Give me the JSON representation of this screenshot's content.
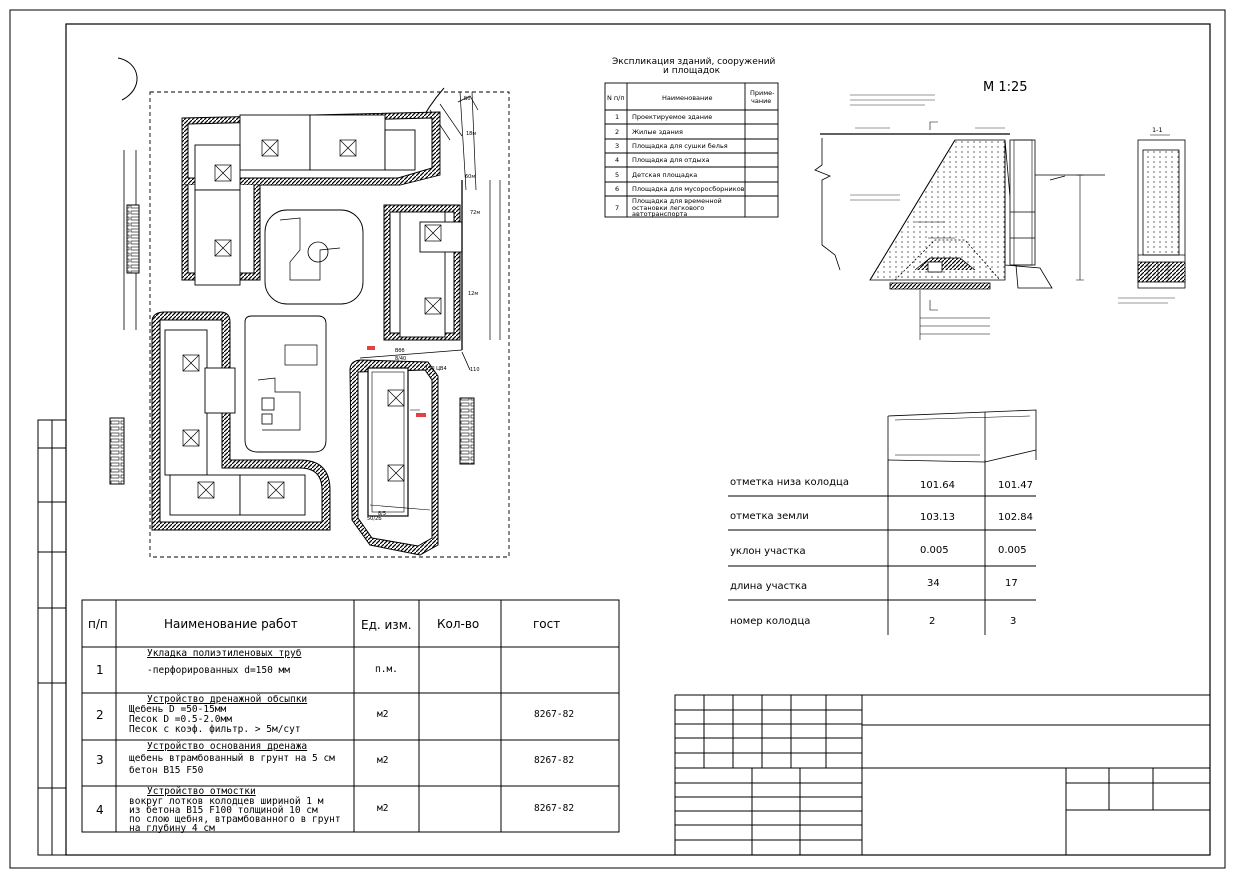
{
  "explication": {
    "title_line1": "Экспликация зданий, сооружений",
    "title_line2": "и площадок",
    "headers": [
      "N п/п",
      "Наименование",
      "Приме-",
      "чание"
    ],
    "rows": [
      {
        "num": "1",
        "name": "Проектируемое здание"
      },
      {
        "num": "2",
        "name": "Жилые здания"
      },
      {
        "num": "3",
        "name": "Площадка для сушки белья"
      },
      {
        "num": "4",
        "name": "Площадка для отдыха"
      },
      {
        "num": "5",
        "name": "Детская площадка"
      },
      {
        "num": "6",
        "name": "Площадка для мусоросборников"
      },
      {
        "num": "7",
        "name": "Площадка для временной",
        "name2": "остановки легкового",
        "name3": "автотранспорта"
      }
    ]
  },
  "section": {
    "scale": "М 1:25",
    "side_label": "1-1"
  },
  "profile": {
    "rows": [
      {
        "label": "отметка низа колодца",
        "values": [
          "101.64",
          "101.47"
        ]
      },
      {
        "label": "отметка земли",
        "values": [
          "103.13",
          "102.84"
        ]
      },
      {
        "label": "уклон участка",
        "values": [
          "0.005",
          "0.005"
        ]
      },
      {
        "label": "длина участка",
        "values": [
          "34",
          "17"
        ]
      },
      {
        "label": "номер колодца",
        "values": [
          "2",
          "3"
        ]
      }
    ]
  },
  "works": {
    "headers": [
      "п/п",
      "Наименование работ",
      "Ед. изм.",
      "Кол-во",
      "гост"
    ],
    "rows": [
      {
        "num": "1",
        "title": "Укладка полиэтиленовых труб",
        "lines": [
          "-перфорированных   d=150 мм"
        ],
        "unit": "п.м.",
        "qty": "",
        "gost": ""
      },
      {
        "num": "2",
        "title": "Устройство дренажной обсыпки",
        "lines": [
          "Щебень D   =50-15мм",
          "Песок D   =0.5-2.0мм",
          "Песок с коэф. фильтр. > 5м/сут"
        ],
        "unit": "м2",
        "qty": "",
        "gost": "8267-82"
      },
      {
        "num": "3",
        "title": "Устройство основания дренажа",
        "lines": [
          "щебень втрамбованный в грунт на 5 см",
          "бетон В15   F50"
        ],
        "unit": "м2",
        "qty": "",
        "gost": "8267-82"
      },
      {
        "num": "4",
        "title": "Устройство отмостки",
        "lines": [
          "вокруг лотков колодцев шириной 1 м",
          "из бетона В15  F100 толщиной 10 см",
          "по слою щебня, втрамбованного в грунт",
          "на глубину 4 см"
        ],
        "unit": "м2",
        "qty": "",
        "gost": "8267-82"
      }
    ]
  }
}
